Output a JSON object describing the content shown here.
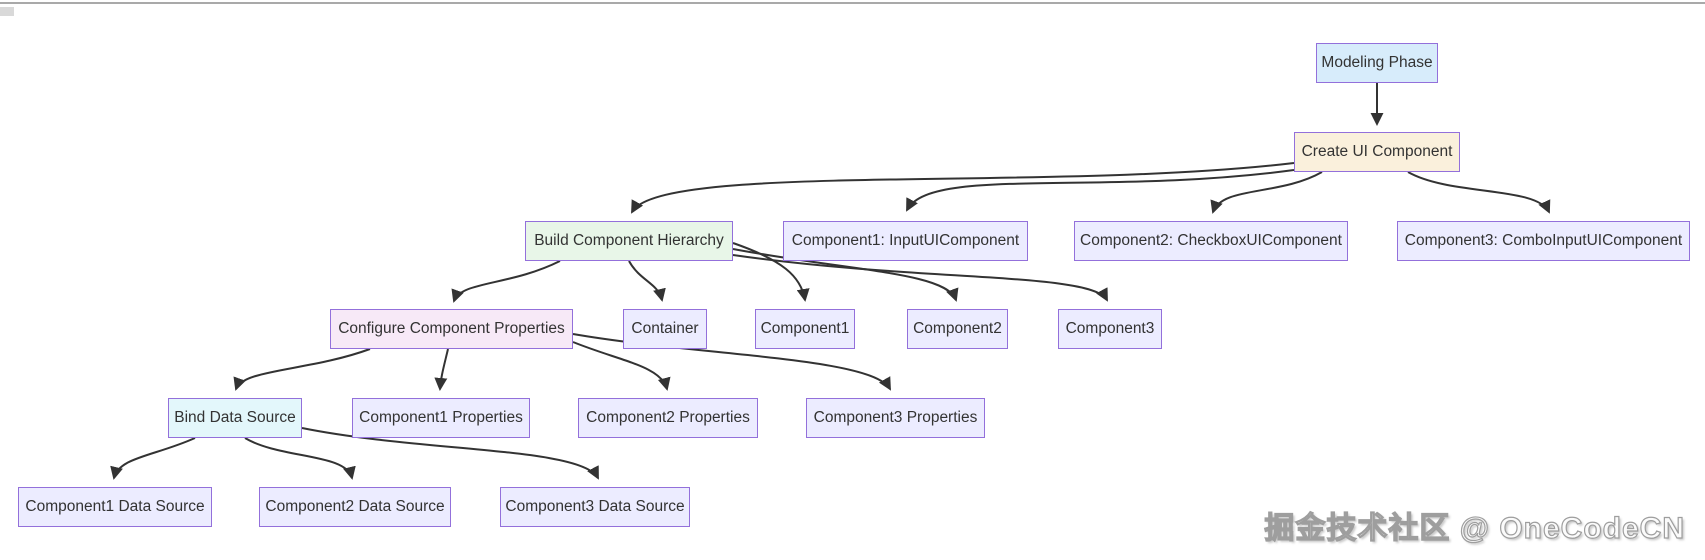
{
  "diagram": {
    "title": "UI component modeling flowchart",
    "border_color": "#9370db",
    "edge_color": "#333333",
    "text_color": "#333333",
    "background": "#ffffff",
    "nodes": [
      {
        "id": "modeling",
        "label": "Modeling Phase",
        "fill": "#d7ecfb"
      },
      {
        "id": "create",
        "label": "Create UI Component",
        "fill": "#faf0dc"
      },
      {
        "id": "build",
        "label": "Build Component Hierarchy",
        "fill": "#e8f6e8"
      },
      {
        "id": "comp1ui",
        "label": "Component1: InputUIComponent",
        "fill": "#ececff"
      },
      {
        "id": "comp2ui",
        "label": "Component2: CheckboxUIComponent",
        "fill": "#ececff"
      },
      {
        "id": "comp3ui",
        "label": "Component3: ComboInputUIComponent",
        "fill": "#ececff"
      },
      {
        "id": "configure",
        "label": "Configure Component Properties",
        "fill": "#f7e9f7"
      },
      {
        "id": "container",
        "label": "Container",
        "fill": "#ececff"
      },
      {
        "id": "comp1",
        "label": "Component1",
        "fill": "#ececff"
      },
      {
        "id": "comp2",
        "label": "Component2",
        "fill": "#ececff"
      },
      {
        "id": "comp3",
        "label": "Component3",
        "fill": "#ececff"
      },
      {
        "id": "bind",
        "label": "Bind Data Source",
        "fill": "#e3f7fb"
      },
      {
        "id": "c1props",
        "label": "Component1 Properties",
        "fill": "#ececff"
      },
      {
        "id": "c2props",
        "label": "Component2 Properties",
        "fill": "#ececff"
      },
      {
        "id": "c3props",
        "label": "Component3 Properties",
        "fill": "#ececff"
      },
      {
        "id": "c1ds",
        "label": "Component1 Data Source",
        "fill": "#ececff"
      },
      {
        "id": "c2ds",
        "label": "Component2 Data Source",
        "fill": "#ececff"
      },
      {
        "id": "c3ds",
        "label": "Component3 Data Source",
        "fill": "#ececff"
      }
    ],
    "edges": [
      {
        "from": "modeling",
        "to": "create"
      },
      {
        "from": "create",
        "to": "build"
      },
      {
        "from": "create",
        "to": "comp1ui"
      },
      {
        "from": "create",
        "to": "comp2ui"
      },
      {
        "from": "create",
        "to": "comp3ui"
      },
      {
        "from": "build",
        "to": "configure"
      },
      {
        "from": "build",
        "to": "container"
      },
      {
        "from": "build",
        "to": "comp1"
      },
      {
        "from": "build",
        "to": "comp2"
      },
      {
        "from": "build",
        "to": "comp3"
      },
      {
        "from": "configure",
        "to": "bind"
      },
      {
        "from": "configure",
        "to": "c1props"
      },
      {
        "from": "configure",
        "to": "c2props"
      },
      {
        "from": "configure",
        "to": "c3props"
      },
      {
        "from": "bind",
        "to": "c1ds"
      },
      {
        "from": "bind",
        "to": "c2ds"
      },
      {
        "from": "bind",
        "to": "c3ds"
      }
    ]
  },
  "watermark": {
    "text": "掘金技术社区 @ OneCodeCN"
  }
}
